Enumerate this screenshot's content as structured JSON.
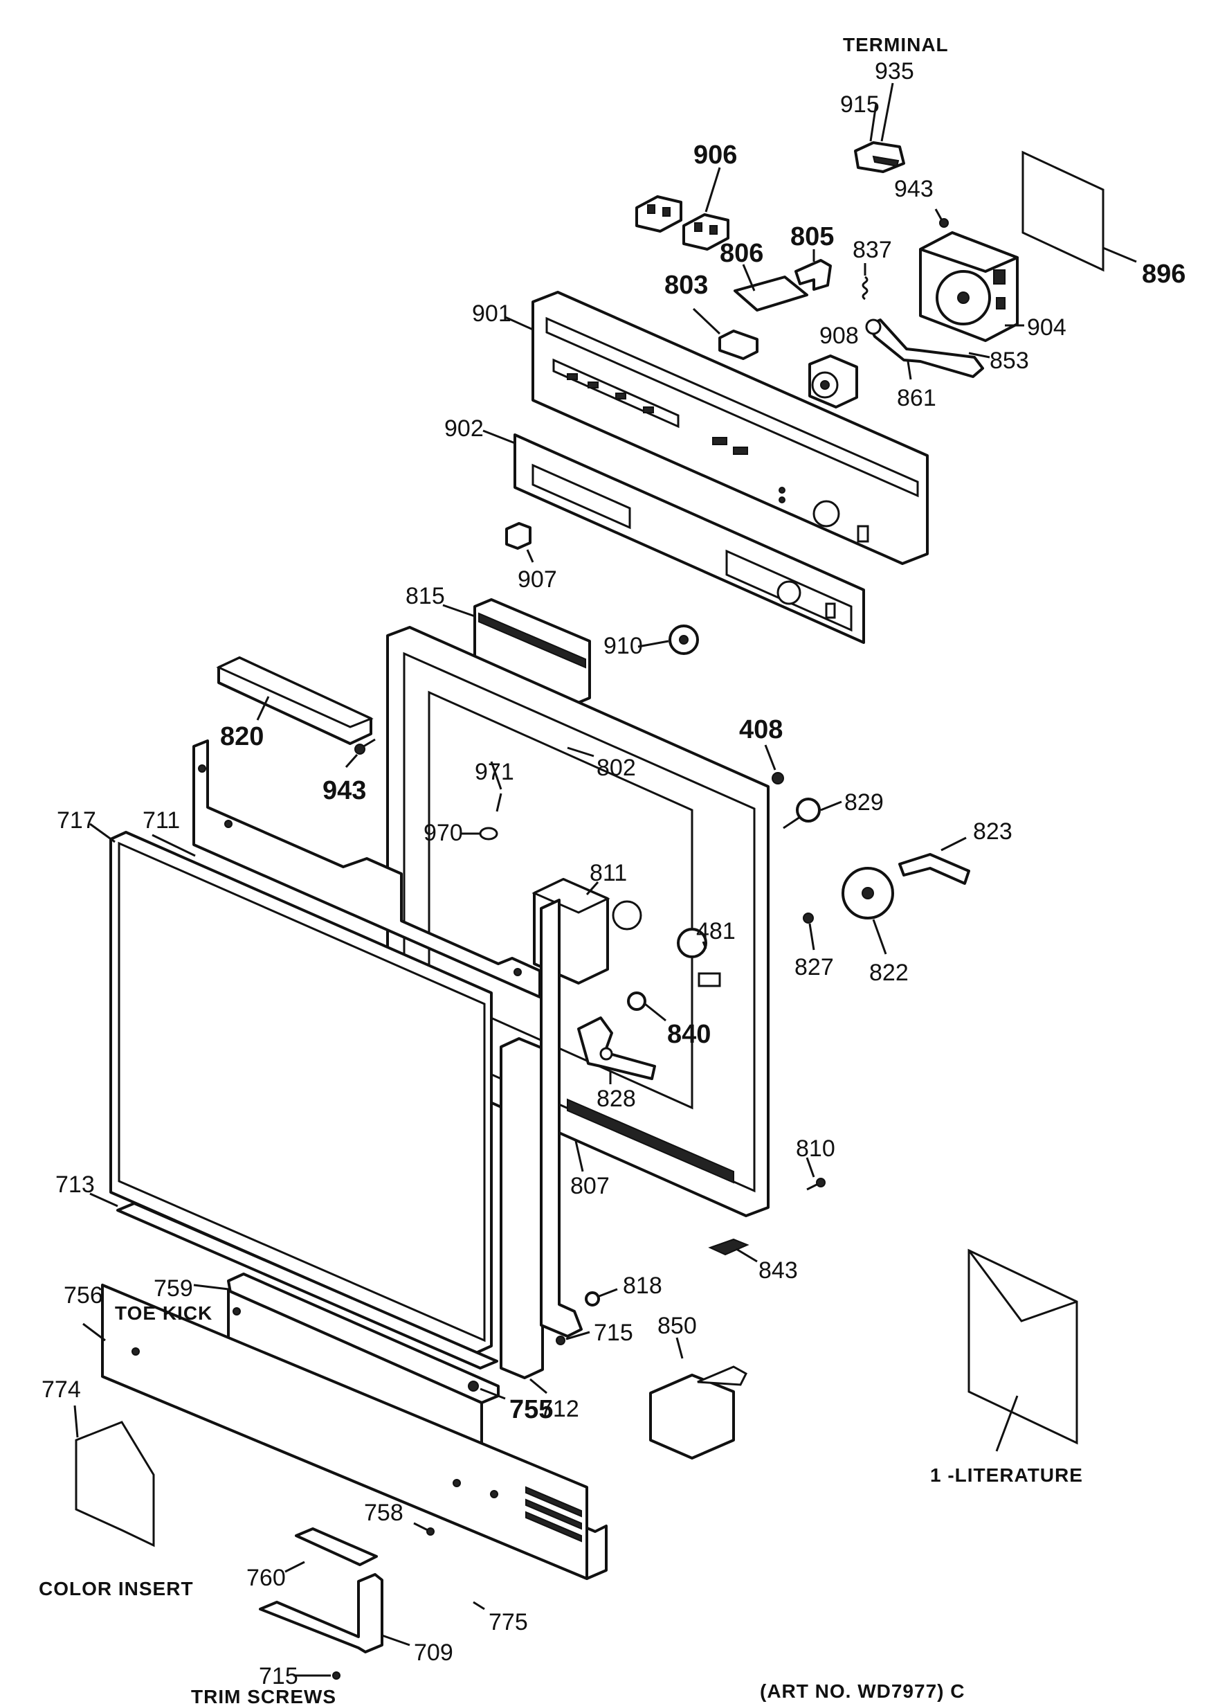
{
  "labels": {
    "terminal": "TERMINAL",
    "p935": "935",
    "p915": "915",
    "p906": "906",
    "p943a": "943",
    "p805": "805",
    "p806": "806",
    "p837": "837",
    "p896": "896",
    "p803": "803",
    "p901": "901",
    "p908": "908",
    "p904": "904",
    "p853": "853",
    "p861": "861",
    "p902": "902",
    "p907": "907",
    "p815": "815",
    "p910": "910",
    "p820": "820",
    "p408": "408",
    "p943b": "943",
    "p802": "802",
    "p971": "971",
    "p829": "829",
    "p717": "717",
    "p711": "711",
    "p970": "970",
    "p823": "823",
    "p811": "811",
    "p481": "481",
    "p827": "827",
    "p822": "822",
    "p840": "840",
    "p828": "828",
    "p810": "810",
    "p713": "713",
    "p807": "807",
    "p843": "843",
    "p759": "759",
    "toe_kick": "TOE KICK",
    "p756": "756",
    "p818": "818",
    "p850": "850",
    "p715a": "715",
    "p712": "712",
    "p755": "755",
    "p774": "774",
    "literature": "1 -LITERATURE",
    "p758": "758",
    "p760": "760",
    "color_insert": "COLOR INSERT",
    "p775": "775",
    "p709": "709",
    "p715b": "715",
    "trim_screws": "TRIM SCREWS",
    "art_no": "(ART NO. WD7977) C"
  }
}
